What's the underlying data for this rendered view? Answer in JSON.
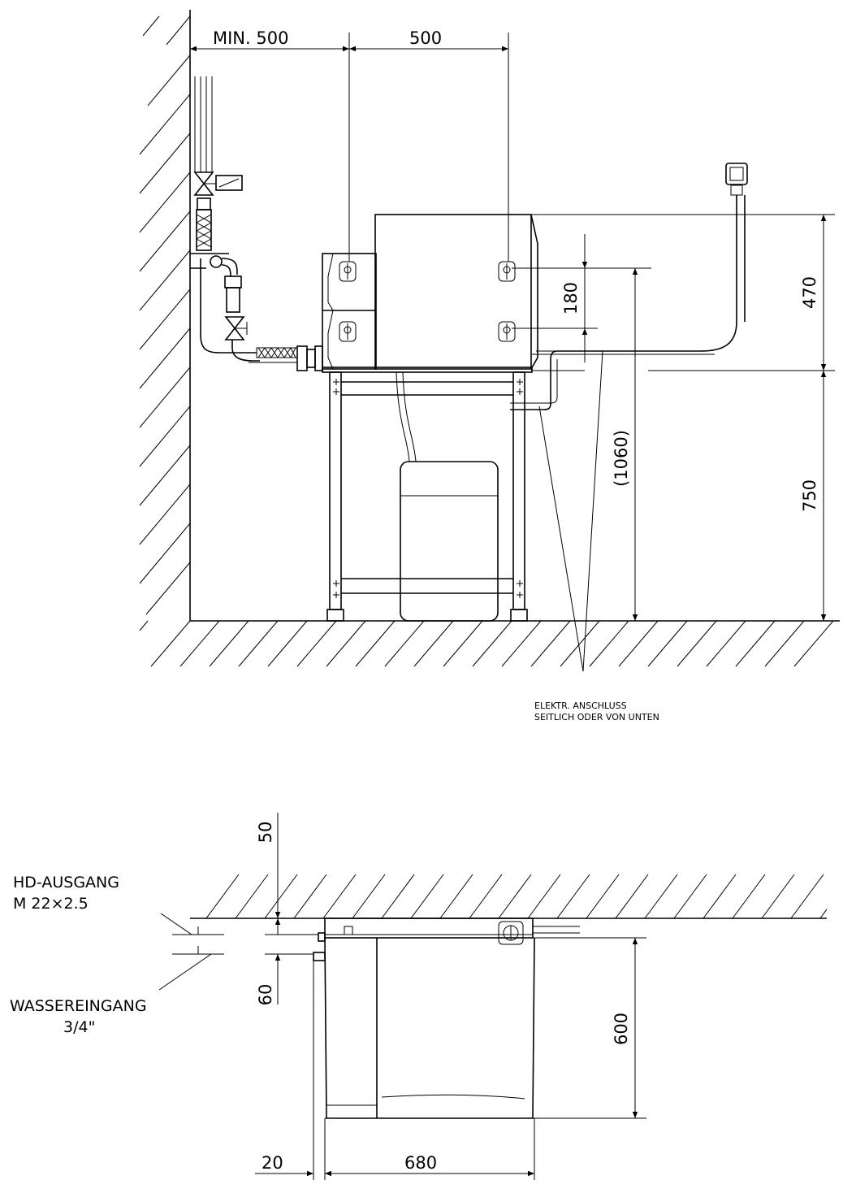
{
  "side_view": {
    "dims": {
      "wall_clearance": "MIN. 500",
      "width": "500",
      "height_upper": "470",
      "height_stand": "750",
      "total_height": "(1060)",
      "hole_spacing": "180"
    },
    "note": {
      "line1": "ELEKTR. ANSCHLUSS",
      "line2": "SEITLICH ODER VON UNTEN"
    }
  },
  "top_view": {
    "dims": {
      "offset_top": "50",
      "offset_inlet": "60",
      "depth": "600",
      "offset_side": "20",
      "length": "680"
    },
    "labels": {
      "outlet_line1": "HD-AUSGANG",
      "outlet_line2": "M 22×2.5",
      "inlet_line1": "WASSEREINGANG",
      "inlet_line2": "3/4\""
    }
  }
}
